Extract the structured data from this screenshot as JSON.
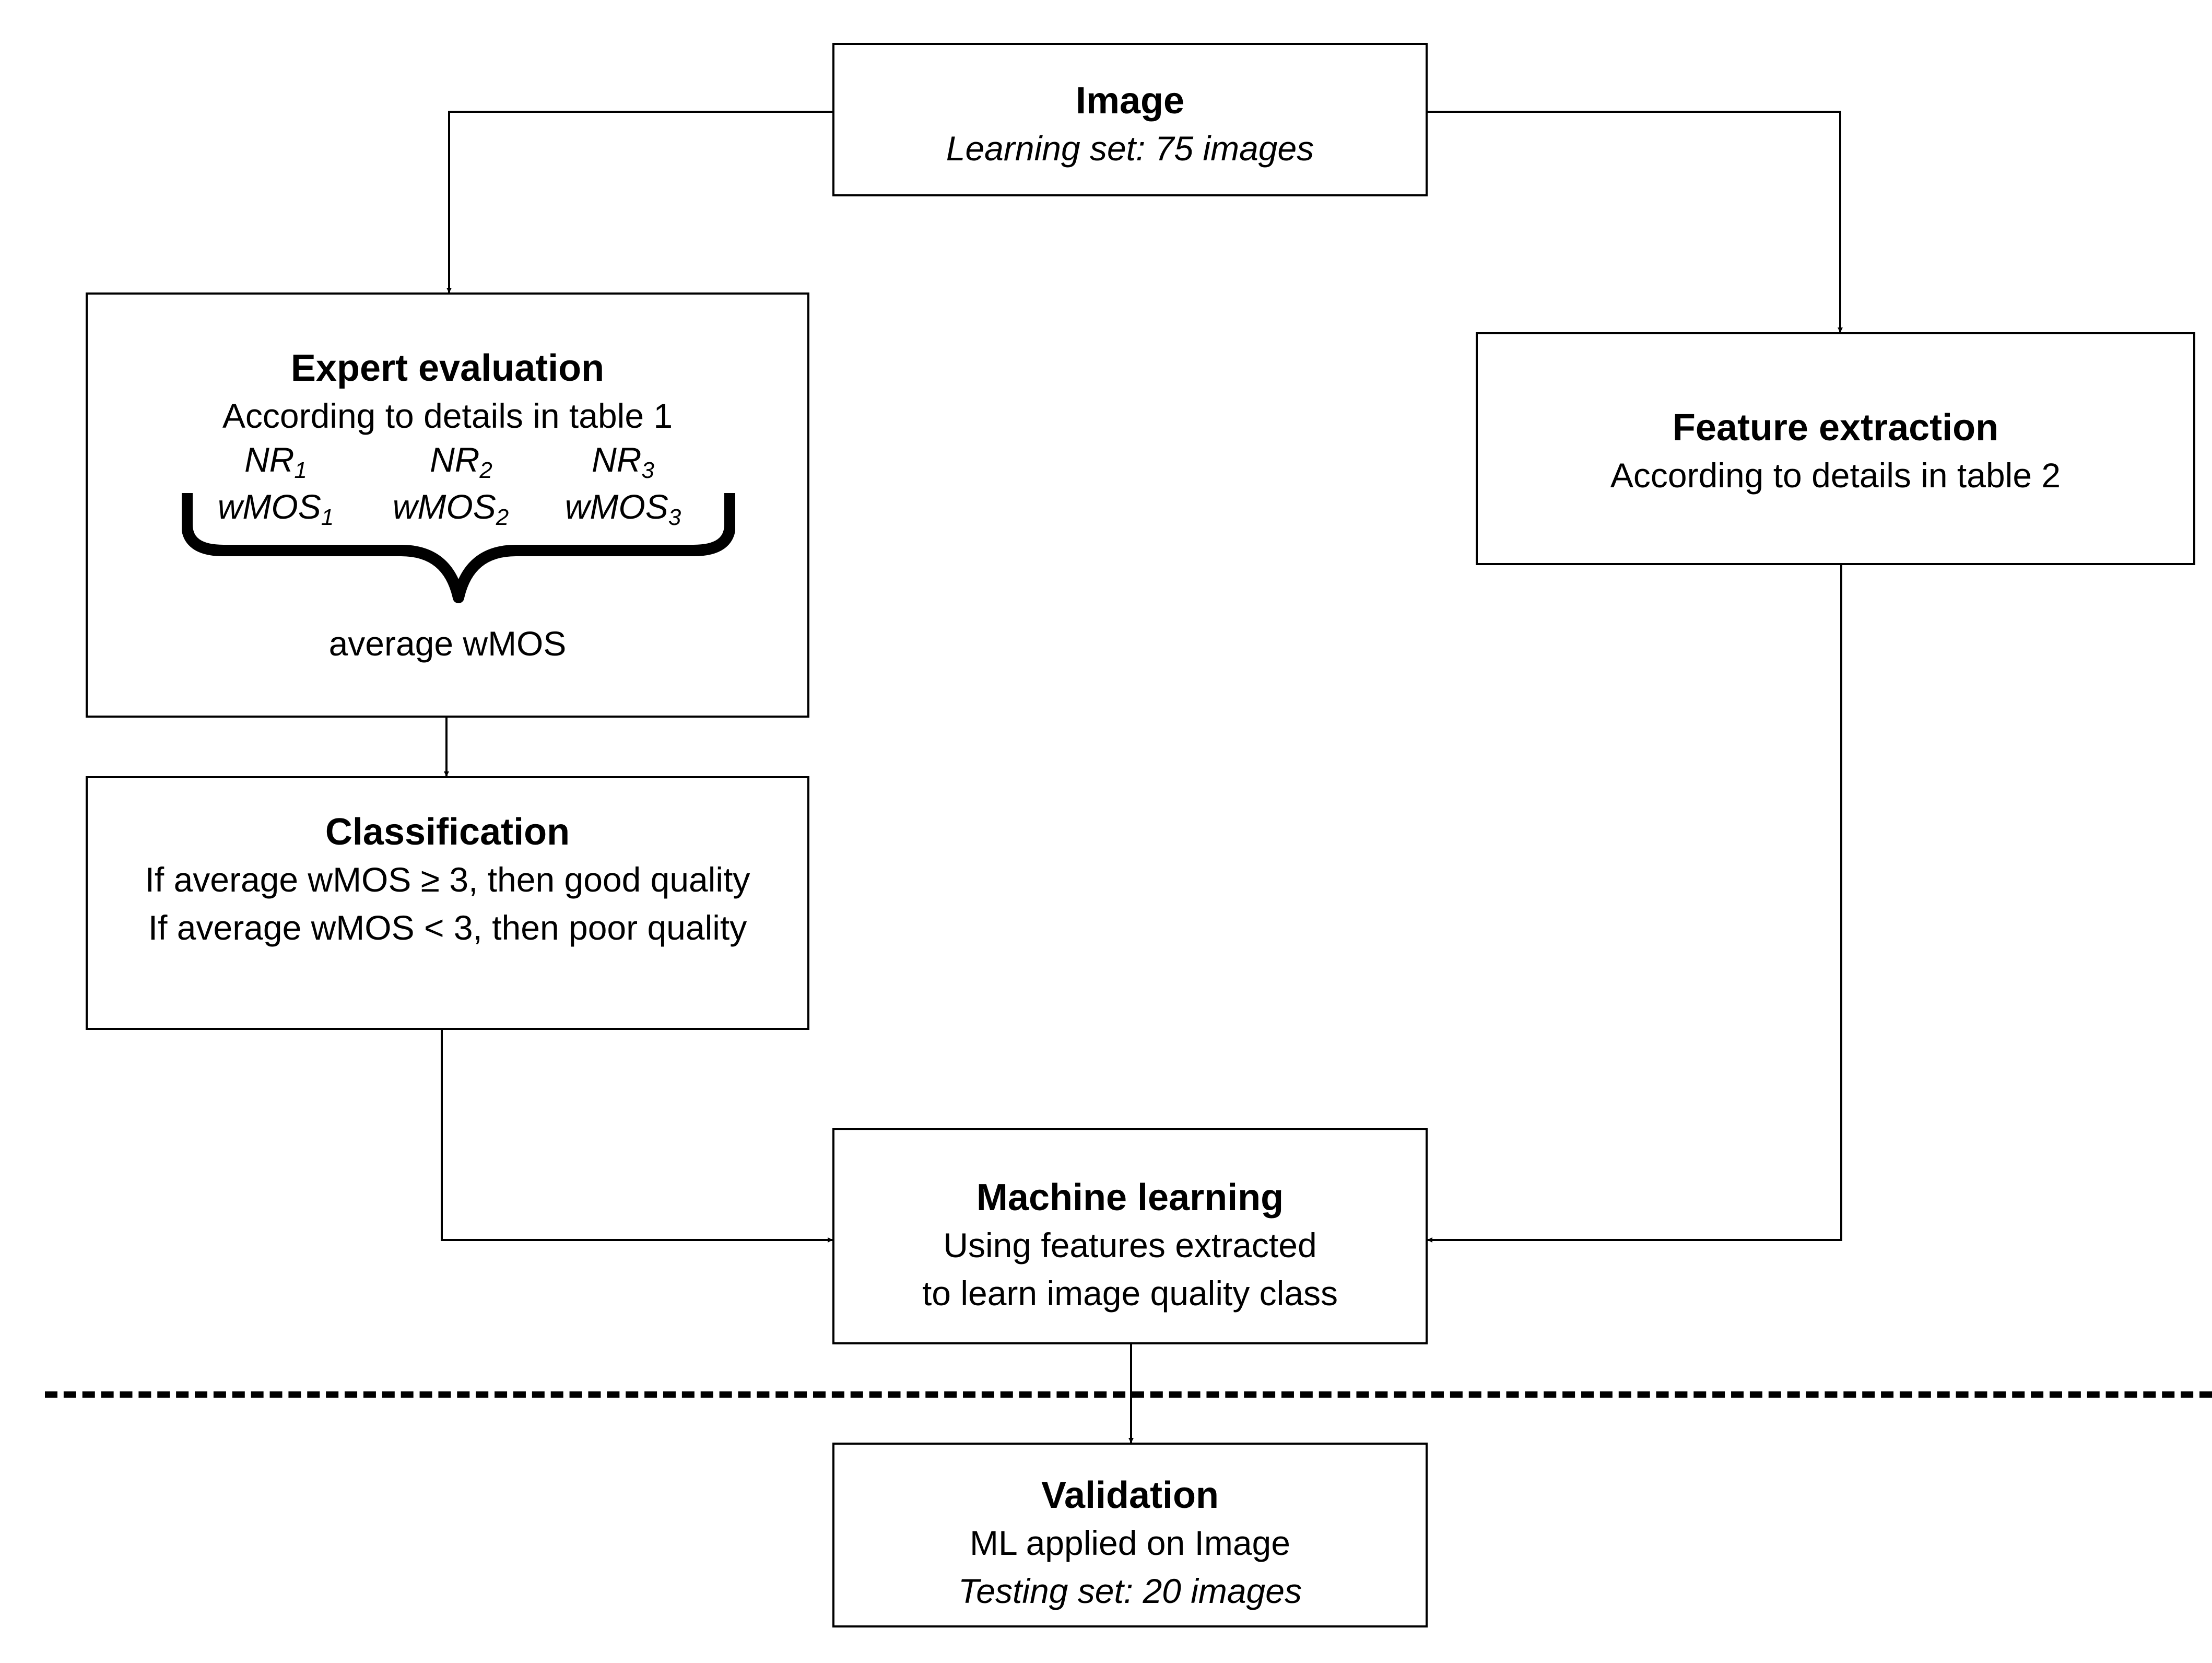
{
  "image_box": {
    "title": "Image",
    "subtitle": "Learning set: 75 images"
  },
  "expert_box": {
    "title": "Expert evaluation",
    "detail": "According to details in table 1",
    "raters": [
      {
        "nr": "NR",
        "nr_sub": "1",
        "wmos": "wMOS",
        "wmos_sub": "1"
      },
      {
        "nr": "NR",
        "nr_sub": "2",
        "wmos": "wMOS",
        "wmos_sub": "2"
      },
      {
        "nr": "NR",
        "nr_sub": "3",
        "wmos": "wMOS",
        "wmos_sub": "3"
      }
    ],
    "average_label": "average wMOS"
  },
  "feature_box": {
    "title": "Feature extraction",
    "detail": "According to details in table 2"
  },
  "classification_box": {
    "title": "Classification",
    "rule_good": "If average wMOS ≥ 3, then good quality",
    "rule_poor": "If  average wMOS < 3, then poor quality"
  },
  "ml_box": {
    "title": "Machine learning",
    "line1": "Using features extracted",
    "line2": "to learn image quality class"
  },
  "validation_box": {
    "title": "Validation",
    "line1": "ML applied on Image",
    "line2": "Testing set: 20 images"
  }
}
